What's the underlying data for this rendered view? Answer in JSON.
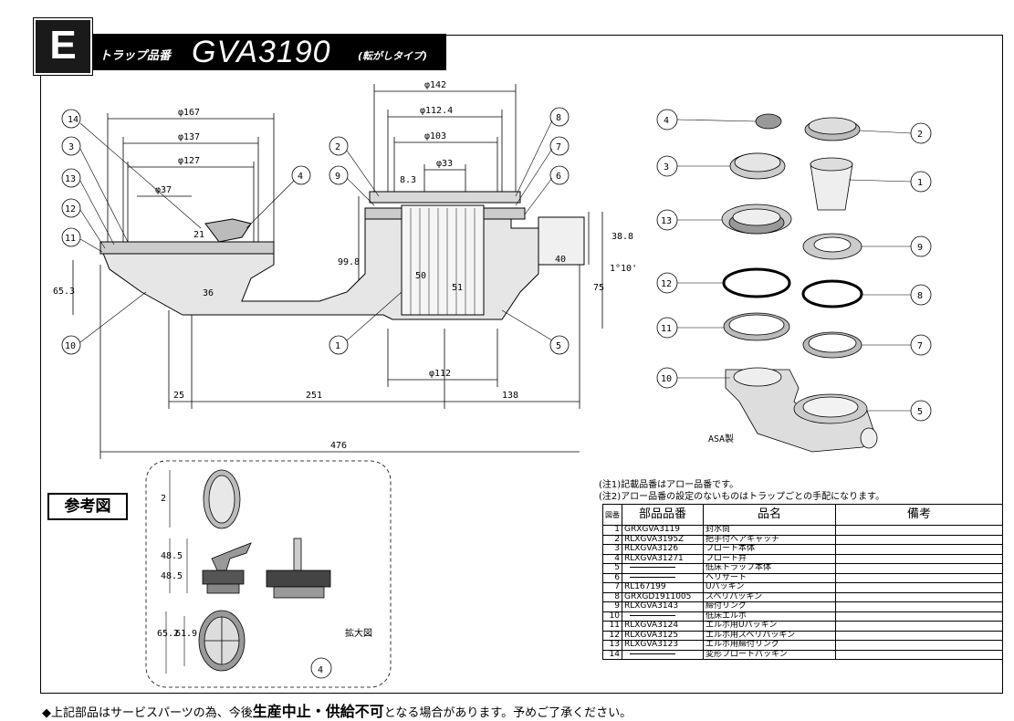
{
  "header": {
    "badge": "E",
    "label": "トラップ品番",
    "model": "GVA3190",
    "type_note": "(転がしタイプ)"
  },
  "dimensions": {
    "d142": "φ142",
    "d1124": "φ112.4",
    "d103": "φ103",
    "d33": "φ33",
    "d167": "φ167",
    "d137": "φ137",
    "d127": "φ127",
    "d37": "φ37",
    "d83": "8.3",
    "d21": "21",
    "d998": "99.8",
    "d50": "50",
    "d51": "51",
    "d388": "38.8",
    "d40": "40",
    "d75": "75",
    "d653": "65.3",
    "d36": "36",
    "d112": "φ112",
    "d25": "25",
    "d251": "251",
    "d138": "138",
    "d476": "476",
    "d1deg": "1°10'",
    "s2": "2",
    "s485": "48.5",
    "s485b": "48.5",
    "s652": "65.2",
    "s619": "61.9"
  },
  "callouts_left": [
    "14",
    "3",
    "13",
    "12",
    "11",
    "10",
    "2",
    "9",
    "4",
    "1",
    "8",
    "7",
    "6",
    "5"
  ],
  "exploded": {
    "callouts": [
      "4",
      "2",
      "3",
      "1",
      "13",
      "9",
      "12",
      "8",
      "11",
      "7",
      "10",
      "5"
    ],
    "material": "ASA製"
  },
  "reference": {
    "title": "参考図",
    "enlarged_label": "拡大図",
    "part_no": "4"
  },
  "notes": [
    "(注1)記載品番はアロー品番です。",
    "(注2)アロー品番の設定のないものはトラップごとの手配になります。"
  ],
  "table": {
    "headers": {
      "no": "図番",
      "code": "部品品番",
      "name": "品名",
      "remark": "備考"
    },
    "rows": [
      {
        "no": "1",
        "code": "GRXGVA3119",
        "name": "封水筒"
      },
      {
        "no": "2",
        "code": "RLXGVA3195Z",
        "name": "把手付ヘアキャッチ"
      },
      {
        "no": "3",
        "code": "RLXGVA3126",
        "name": "フロート本体"
      },
      {
        "no": "4",
        "code": "RLXGVA31271",
        "name": "フロート弁"
      },
      {
        "no": "5",
        "code": "",
        "name": "低床トラップ本体"
      },
      {
        "no": "6",
        "code": "",
        "name": "ヘリサート"
      },
      {
        "no": "7",
        "code": "RL167199",
        "name": "Uパッキン"
      },
      {
        "no": "8",
        "code": "GRXGD1911005",
        "name": "スベリパッキン"
      },
      {
        "no": "9",
        "code": "RLXGVA3143",
        "name": "締付リング"
      },
      {
        "no": "10",
        "code": "",
        "name": "低床エルボ"
      },
      {
        "no": "11",
        "code": "RLXGVA3124",
        "name": "エルボ用Uパッキン"
      },
      {
        "no": "12",
        "code": "RLXGVA3125",
        "name": "エルボ用スベリパッキン"
      },
      {
        "no": "13",
        "code": "RLXGVA3123",
        "name": "エルボ用締付リング"
      },
      {
        "no": "14",
        "code": "",
        "name": "変形フロートパッキン"
      }
    ]
  },
  "footer": {
    "prefix": "◆上記部品はサービスパーツの為、今後",
    "emphasis": "生産中止・供給不可",
    "suffix": "となる場合があります。予めご了承ください。"
  }
}
